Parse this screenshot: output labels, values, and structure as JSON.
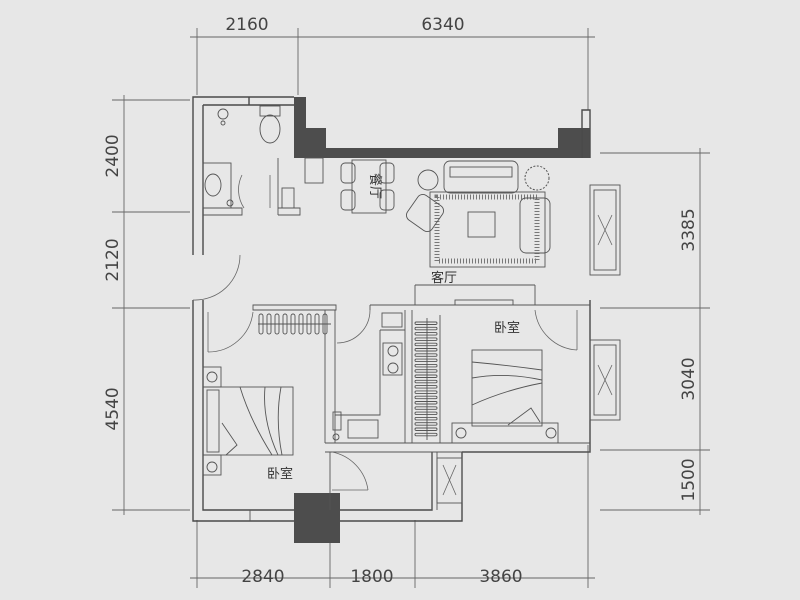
{
  "dimensions": {
    "top": [
      "2160",
      "6340"
    ],
    "bottom": [
      "2840",
      "1800",
      "3860"
    ],
    "left": [
      "2400",
      "2120",
      "4540"
    ],
    "right": [
      "3385",
      "3040",
      "1500"
    ]
  },
  "rooms": {
    "dining": "餐厅",
    "living": "客厅",
    "bedroom_master": "卧室",
    "bedroom_second": "卧室"
  }
}
